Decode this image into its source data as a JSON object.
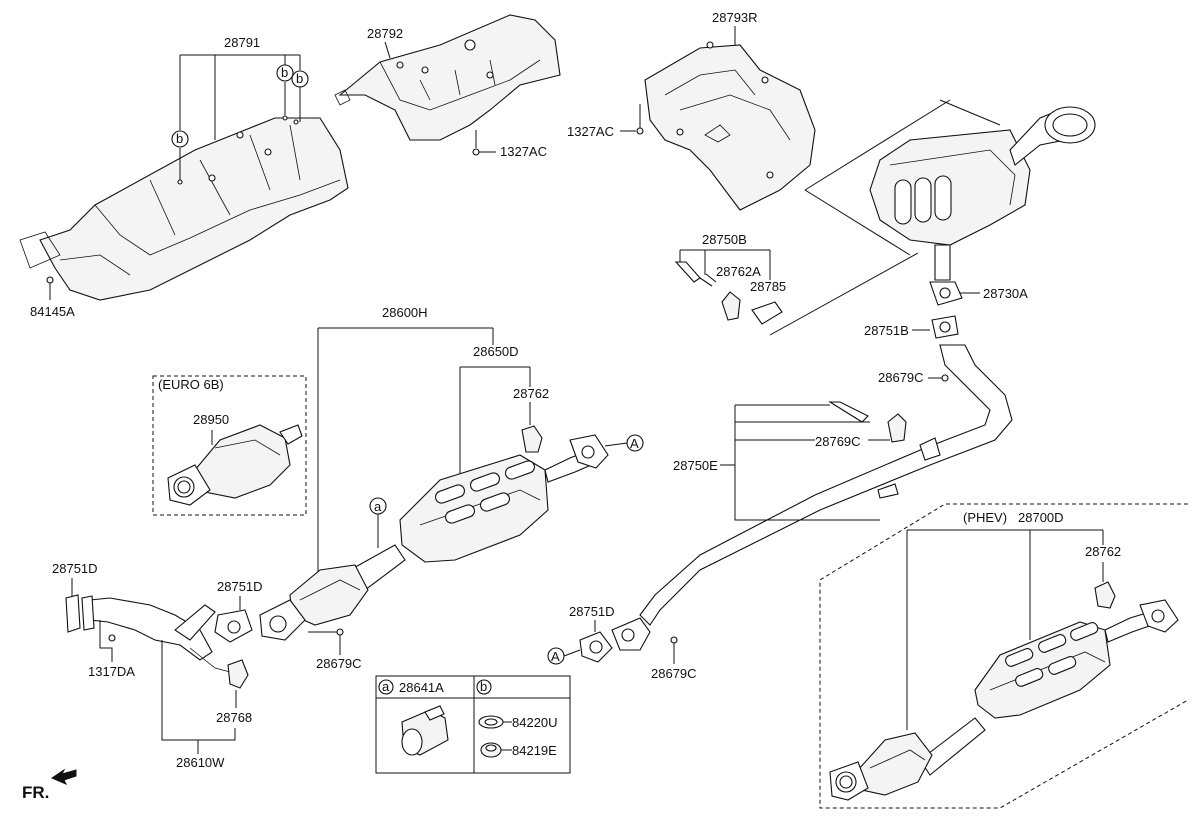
{
  "labels": {
    "p28791": "28791",
    "p28792": "28792",
    "p28793R": "28793R",
    "p1327AC_a": "1327AC",
    "p1327AC_b": "1327AC",
    "p84145A": "84145A",
    "p28750B": "28750B",
    "p28762A": "28762A",
    "p28785": "28785",
    "p28730A": "28730A",
    "p28751B": "28751B",
    "p28679C_a": "28679C",
    "p28600H": "28600H",
    "p28650D": "28650D",
    "p28762_a": "28762",
    "euro6b": "(EURO 6B)",
    "p28950": "28950",
    "p28769C": "28769C",
    "p28750E": "28750E",
    "p28751D_a": "28751D",
    "p28751D_b": "28751D",
    "p28751D_c": "28751D",
    "p1317DA": "1317DA",
    "p28679C_b": "28679C",
    "p28679C_c": "28679C",
    "p28768": "28768",
    "p28610W": "28610W",
    "p28641A": "28641A",
    "p84220U": "84220U",
    "p84219E": "84219E",
    "phev": "(PHEV)",
    "p28700D": "28700D",
    "p28762_b": "28762",
    "fr": "FR."
  },
  "callouts": {
    "a": "a",
    "b": "b",
    "A": "A"
  }
}
